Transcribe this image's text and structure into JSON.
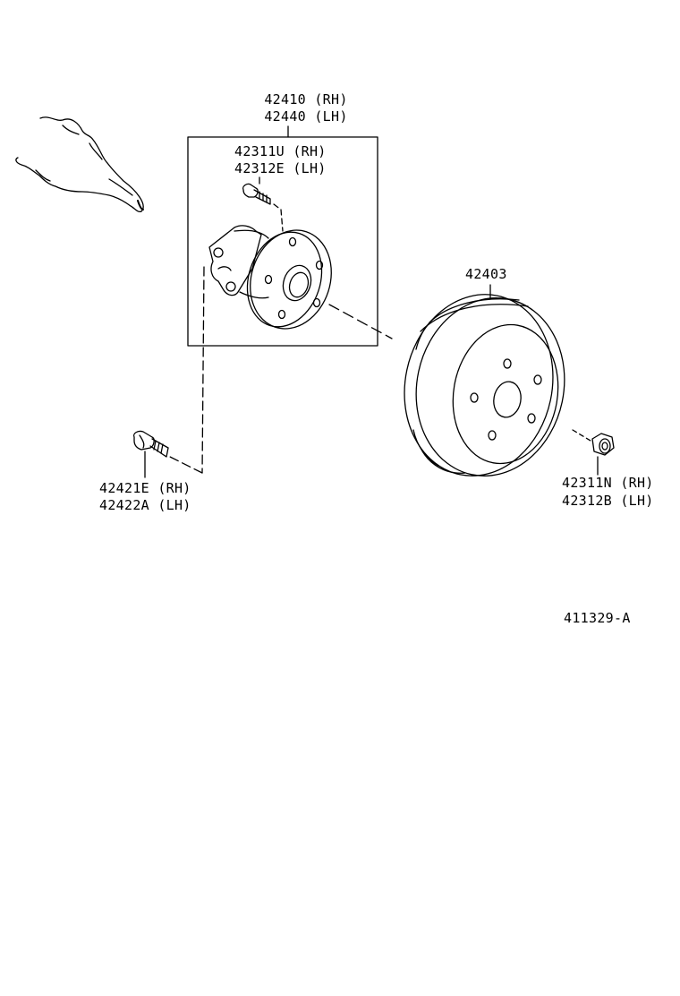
{
  "parts": {
    "hub_assembly": {
      "rh": "42410 (RH)",
      "lh": "42440 (LH)"
    },
    "hub_bolt": {
      "rh": "42311U (RH)",
      "lh": "42312E (LH)"
    },
    "brake_drum": {
      "part": "42403"
    },
    "mount_bolt": {
      "rh": "42421E (RH)",
      "lh": "42422A (LH)"
    },
    "wheel_nut": {
      "rh": "42311N (RH)",
      "lh": "42312B (LH)"
    }
  },
  "illustration_code": "411329-A",
  "colors": {
    "ink": "#000000",
    "background": "#ffffff"
  }
}
